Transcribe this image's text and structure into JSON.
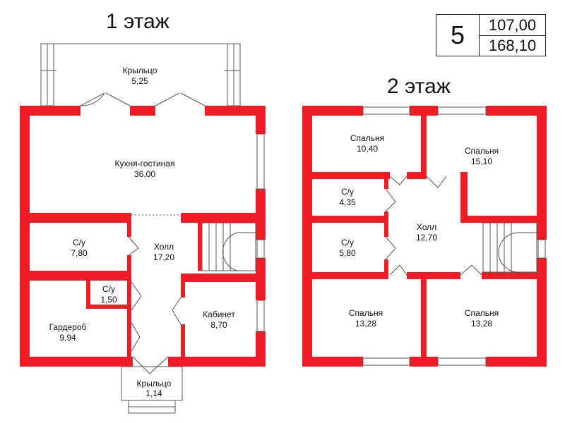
{
  "floors": [
    {
      "title": "1 этаж",
      "rooms": [
        {
          "name": "Крыльцо",
          "area": "5,25"
        },
        {
          "name": "Кухня-гостиная",
          "area": "36,00"
        },
        {
          "name": "С/у",
          "area": "7,80"
        },
        {
          "name": "Холл",
          "area": "17,20"
        },
        {
          "name": "С/у",
          "area": "1,50"
        },
        {
          "name": "Гардероб",
          "area": "9,94"
        },
        {
          "name": "Кабинет",
          "area": "8,70"
        },
        {
          "name": "Крыльцо",
          "area": "1,14"
        }
      ]
    },
    {
      "title": "2 этаж",
      "rooms": [
        {
          "name": "Спальня",
          "area": "10,40"
        },
        {
          "name": "Спальня",
          "area": "15,10"
        },
        {
          "name": "С/у",
          "area": "4,35"
        },
        {
          "name": "Холл",
          "area": "12,70"
        },
        {
          "name": "С/у",
          "area": "5,80"
        },
        {
          "name": "Спальня",
          "area": "13,28"
        },
        {
          "name": "Спальня",
          "area": "13,28"
        }
      ]
    }
  ],
  "info": {
    "number": "5",
    "area_living": "107,00",
    "area_total": "168,10"
  },
  "colors": {
    "wall": "#ee1c24",
    "line": "#555555"
  }
}
